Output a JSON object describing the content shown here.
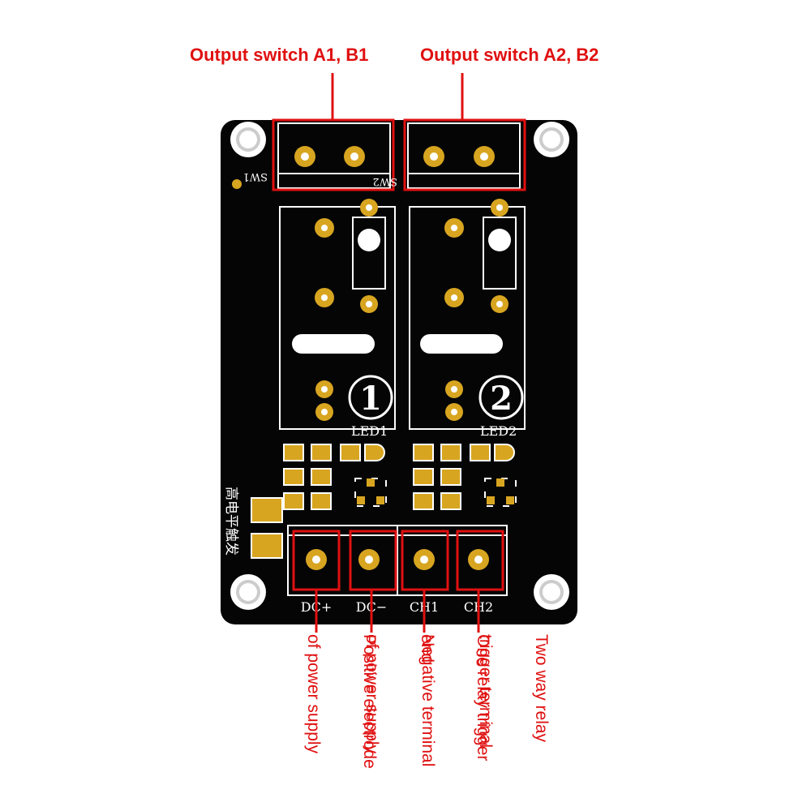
{
  "callouts": {
    "output_switch_1": "Output switch A1, B1",
    "output_switch_2": "Output switch A2, B2",
    "dc_plus_desc": "Positive electrode of power supply",
    "dc_plus_lines": [
      "Positive electrode",
      "of power supply"
    ],
    "dc_minus_desc": "Negative terminal of power supply",
    "dc_minus_lines": [
      "Negative terminal",
      "of power supply"
    ],
    "ch1_desc": "One relay trigger end",
    "ch1_lines": [
      "One relay trigger",
      "end"
    ],
    "ch2_desc": "Two way relay trigger terminal",
    "ch2_lines": [
      "Two way relay",
      "trigger terminal"
    ]
  },
  "board": {
    "relay_numbers": [
      "1",
      "2"
    ],
    "led_labels": [
      "LED1",
      "LED2"
    ],
    "terminal_labels": [
      "DC+",
      "DC−",
      "CH1",
      "CH2"
    ],
    "relay_silk_labels": [
      "SW1",
      "SW2"
    ],
    "chinese_label": "高电平触发"
  },
  "colors": {
    "board": "#050505",
    "pad_gold": "#d8a520",
    "silkscreen": "#ffffff",
    "annotation": "#e01010"
  }
}
